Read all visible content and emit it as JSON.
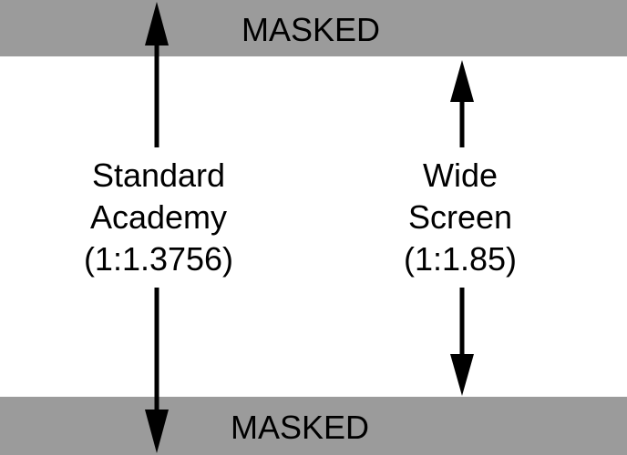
{
  "colors": {
    "band": "#9b9b9b",
    "ink": "#000000",
    "background": "#ffffff"
  },
  "bands": {
    "top_label": "MASKED",
    "bottom_label": "MASKED"
  },
  "standard": {
    "line1": "Standard",
    "line2": "Academy",
    "ratio": "(1:1.3756)"
  },
  "wide": {
    "line1": "Wide",
    "line2": "Screen",
    "ratio": "(1:1.85)"
  }
}
